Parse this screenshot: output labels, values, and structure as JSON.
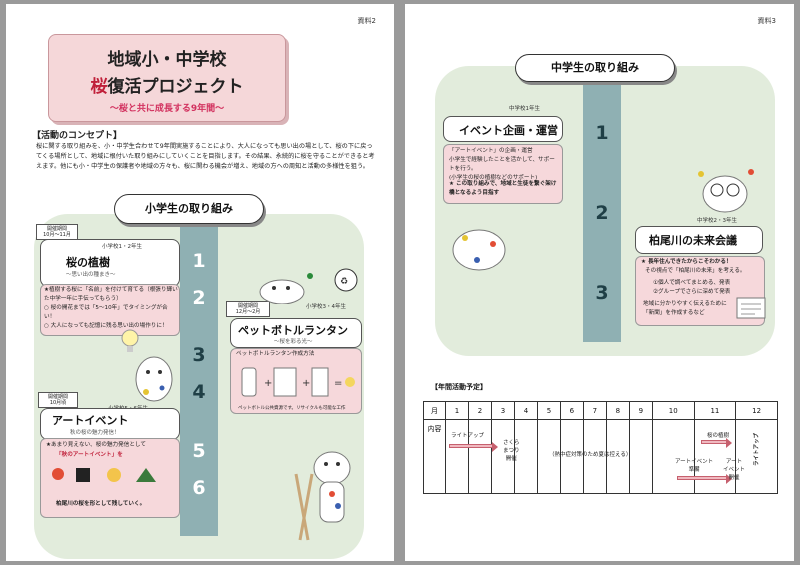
{
  "left_page": {
    "label": "資料2",
    "title": {
      "line1": "地域小・中学校",
      "line2_accent": "桜",
      "line2_rest": "復活プロジェクト",
      "subtitle": "～桜と共に成長する9年間～"
    },
    "concept": {
      "heading": "【活動のコンセプト】",
      "text": "桜に関する取り組みを、小・中学生合わせて9年間実施することにより、大人になっても思い出の場として、桜の下に戻ってくる場所として、地域に根付いた取り組みにしていくことを目指します。その結果、永続的に桜を守ることができると考えます。他にも小・中学生の保護者や地域の方々も、桜に関わる機会が増え、地域の方への周知と活動の多様性を狙う。"
    },
    "elementary": {
      "heading": "小学生の取り組み",
      "road_numbers": [
        "1",
        "2",
        "3",
        "4",
        "5",
        "6"
      ],
      "sakura": {
        "period": "開催期間\n10月～11月",
        "grade": "小学校1・2年生",
        "title": "桜の植樹",
        "subtitle": "～思い出の種まき～",
        "body": "★植樹する桜に「名前」を付けて育てる（根張り輝いた中学一年に手伝ってもらう）\n○ 桜の開花までは「5～10年」でタイミングが合い！\n○ 大人になっても記憶に残る思い出の場作りに！"
      },
      "pet_lantern": {
        "period": "開催期間\n12月～2月",
        "grade": "小学校3・4年生",
        "title": "ペットボトルランタン",
        "subtitle": "～桜を彩る光～",
        "body": "ペットボトルランタン作成方法",
        "note": "ペットボトル公共資源です。リサイクルも可能な工作"
      },
      "art_event": {
        "period": "開催期間\n10月頃",
        "grade": "小学校5・6年生",
        "title": "アートイベント",
        "subtitle": "秋の桜の魅力発信！",
        "body_line1": "★あまり見えない、桜の魅力発信として",
        "body_line2": "「秋のアートイベント」を",
        "footer": "柏尾川の桜を形として残していく。"
      }
    }
  },
  "right_page": {
    "label": "資料3",
    "junior": {
      "heading": "中学生の取り組み",
      "road_numbers": [
        "1",
        "2",
        "3"
      ],
      "event_planning": {
        "grade": "中学校1年生",
        "title": "イベント企画・運営",
        "body": "「アートイベント」の企画・運営\n小学生で経験したことを活かして、サポートを行う。\n(小学生の桜の植樹などのサポート)",
        "footer": "★ この取り組みで、地域と生徒を繋ぐ架け橋となるよう目指す"
      },
      "future_meeting": {
        "grade": "中学校2・3年生",
        "title": "柏尾川の未来会議",
        "body_line1": "★ 長年住んできたからこそわかる！",
        "body_line2": "その視点で「柏尾川の未来」を考える。",
        "body_line3": "①個人で調べてまとめる、発表",
        "body_line4": "②グループでさらに深めて発表",
        "footer": "地域に分かりやすく伝えるために「新聞」を作成するなど"
      }
    },
    "annual": {
      "heading": "【年間活動予定】",
      "row_month_label": "月",
      "row_content_label": "内容",
      "months": [
        "1",
        "2",
        "3",
        "4",
        "5",
        "6",
        "7",
        "8",
        "9",
        "10",
        "11",
        "12"
      ],
      "items": {
        "light_up": "ライトアップ",
        "sakura_festival": "さくら\nまつり\n開催",
        "summer_note": "（熱中症対策のため夏は控える）",
        "art_prep": "アートイベント\n準備",
        "planting": "桜の植樹",
        "art_event": "アート\nイベント\n開催",
        "light_up_end": "ライトアップ"
      }
    }
  },
  "colors": {
    "title_bg": "#f5d7d9",
    "accent_red": "#c0203a",
    "stage_bg": "#e2ecdc",
    "road": "#8fb0b3",
    "pink_panel": "#f6d8db"
  }
}
